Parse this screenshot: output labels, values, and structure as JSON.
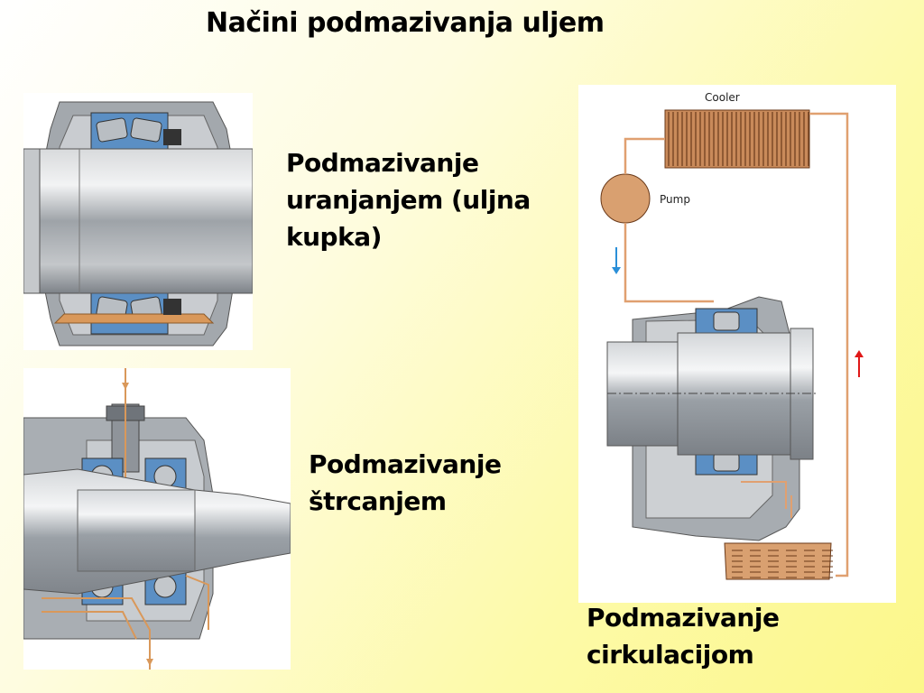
{
  "slide": {
    "title": "Načini podmazivanja uljem"
  },
  "sections": {
    "immersion": {
      "lines": [
        "Podmazivanje",
        "uranjanjem (uljna",
        "kupka)"
      ]
    },
    "spray": {
      "lines": [
        "Podmazivanje",
        "štrcanjem"
      ]
    },
    "circulation": {
      "lines": [
        "Podmazivanje",
        "cirkulacijom"
      ]
    }
  },
  "circulation_diagram": {
    "cooler_label": "Cooler",
    "pump_label": "Pump"
  },
  "colors": {
    "bearing_blue": "#5b8fc4",
    "oil_orange": "#d9985a",
    "pipe_orange": "#e0a070",
    "housing_gray": "#9aa0a6",
    "arrow_red": "#e01818",
    "arrow_blue": "#2a8fd8"
  }
}
